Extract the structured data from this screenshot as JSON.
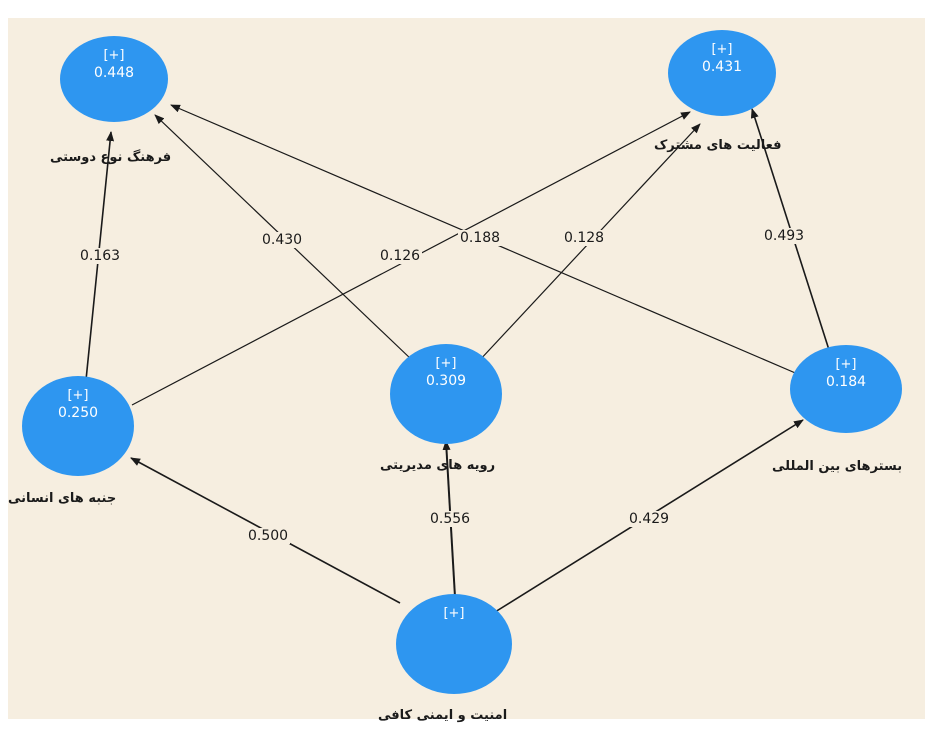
{
  "header_text": "",
  "nodes": {
    "farhang": {
      "plus": "[+]",
      "value": "0.448",
      "label": "فرهنگ نوع دوستی"
    },
    "faaliat": {
      "plus": "[+]",
      "value": "0.431",
      "label": "فعالیت های مشترک"
    },
    "janbe": {
      "plus": "[+]",
      "value": "0.250",
      "label": "جنبه های انسانی"
    },
    "raviye": {
      "plus": "[+]",
      "value": "0.309",
      "label": "رویه های مدیریتی"
    },
    "bastar": {
      "plus": "[+]",
      "value": "0.184",
      "label": "بسترهای بین المللی"
    },
    "amniat": {
      "plus": "[+]",
      "value": "",
      "label": "امنیت و ایمنی کافی"
    }
  },
  "paths": {
    "janbe_to_farhang": "0.163",
    "raviye_to_farhang": "0.430",
    "janbe_to_faaliat": "0.126",
    "bastar_to_farhang": "0.188",
    "raviye_to_faaliat": "0.128",
    "bastar_to_faaliat": "0.493",
    "amniat_to_janbe": "0.500",
    "amniat_to_raviye": "0.556",
    "amniat_to_bastar": "0.429"
  },
  "colors": {
    "node": "#2e96f0",
    "background": "#f6eee0",
    "arrow": "#1a1a1a"
  }
}
